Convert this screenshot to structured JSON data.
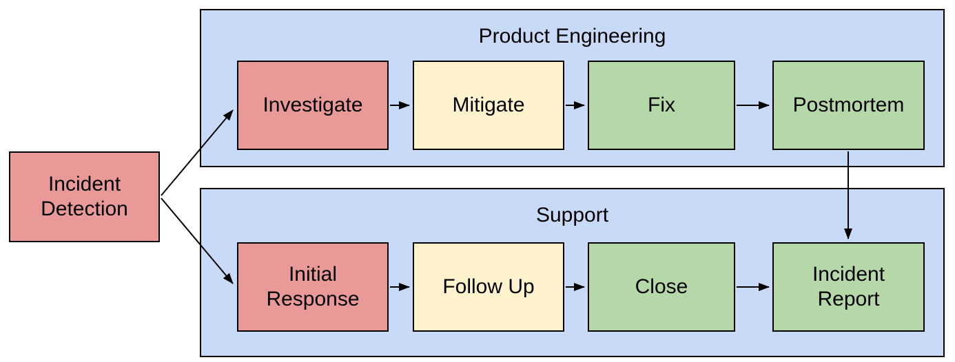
{
  "diagram": {
    "type": "flowchart-swimlane",
    "background": "#ffffff"
  },
  "colors": {
    "lane_fill": "#c9daf8",
    "node_red": "#ea9999",
    "node_yellow": "#fff2cc",
    "node_green": "#b6d7a8",
    "border": "#000000",
    "text": "#000000"
  },
  "lanes": {
    "product_engineering": {
      "title": "Product Engineering"
    },
    "support": {
      "title": "Support"
    }
  },
  "nodes": {
    "incident_detection": {
      "label": "Incident Detection",
      "color": "#ea9999"
    },
    "investigate": {
      "label": "Investigate",
      "color": "#ea9999"
    },
    "mitigate": {
      "label": "Mitigate",
      "color": "#fff2cc"
    },
    "fix": {
      "label": "Fix",
      "color": "#b6d7a8"
    },
    "postmortem": {
      "label": "Postmortem",
      "color": "#b6d7a8"
    },
    "initial_response": {
      "label": "Initial Response",
      "color": "#ea9999"
    },
    "follow_up": {
      "label": "Follow Up",
      "color": "#fff2cc"
    },
    "close": {
      "label": "Close",
      "color": "#b6d7a8"
    },
    "incident_report": {
      "label": "Incident Report",
      "color": "#b6d7a8"
    }
  },
  "edges": [
    {
      "from": "incident_detection",
      "to": "investigate"
    },
    {
      "from": "incident_detection",
      "to": "initial_response"
    },
    {
      "from": "investigate",
      "to": "mitigate"
    },
    {
      "from": "mitigate",
      "to": "fix"
    },
    {
      "from": "fix",
      "to": "postmortem"
    },
    {
      "from": "postmortem",
      "to": "incident_report"
    },
    {
      "from": "initial_response",
      "to": "follow_up"
    },
    {
      "from": "follow_up",
      "to": "close"
    },
    {
      "from": "close",
      "to": "incident_report"
    }
  ]
}
